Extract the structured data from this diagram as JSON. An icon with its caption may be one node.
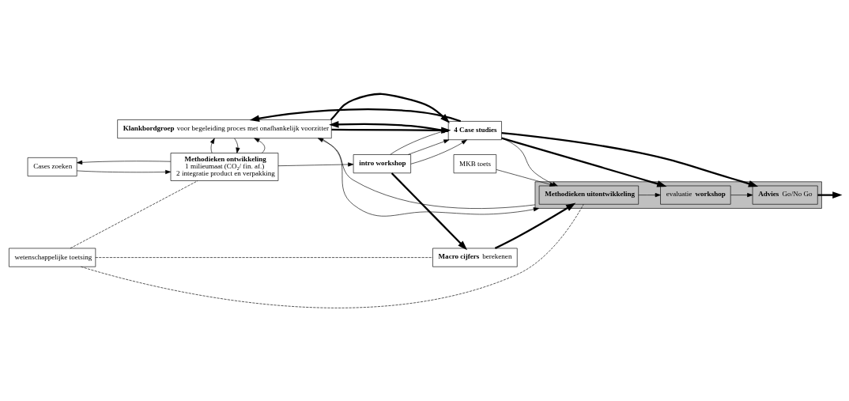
{
  "diagram": {
    "nodes": [
      {
        "text": [
          "Cases zoeken"
        ]
      },
      {
        "text": [
          "**Methodieken ontwikkeling**",
          "1 milieumaat (CO₂/ fin. af.)",
          "2 integratie product en verpakking"
        ]
      },
      {
        "text": [
          "wetenschappelijke toetsing"
        ]
      },
      {
        "text": [
          "**intro workshop**"
        ]
      },
      {
        "text": [
          "**Macro cijfers** berekenen"
        ]
      },
      {
        "text": [
          "**4 Case studies**"
        ]
      },
      {
        "text": [
          "MKB toets"
        ]
      },
      {
        "text": [],
        "shape": "box"
      },
      {
        "text": [
          "**Methodieken uitontwikkeling**"
        ],
        "in": 7
      },
      {
        "text": [
          "evaluatie **workshop**"
        ],
        "in": 7
      },
      {
        "text": [
          "**Advies** Go/No Go"
        ],
        "in": 7
      },
      {
        "text": [
          "**Klankbordgroep** voor begeleiding proces met onafhankelijk voorzitter"
        ]
      }
    ],
    "edges": [
      {
        "from": 0,
        "to": 1,
        "arrow": "to"
      },
      {
        "from": 1,
        "to": 0,
        "arrow": "to"
      },
      {
        "from": 2,
        "to": 1,
        "arrow": "none",
        "style": "dashed"
      },
      {
        "from": 2,
        "to": 4,
        "arrow": "none",
        "style": "dashed"
      },
      {
        "from": 2,
        "to": 8,
        "arrow": "none",
        "style": "dashed"
      },
      {
        "from": 1,
        "to": 3,
        "arrow": "to"
      },
      {
        "from": 3,
        "to": 4,
        "arrow": "to",
        "style": "thick"
      },
      {
        "from": 3,
        "to": 5,
        "arrow": "to"
      },
      {
        "from": 3,
        "to": 5,
        "arrow": "to"
      },
      {
        "from": 3,
        "to": 5,
        "arrow": "to"
      },
      {
        "from": 4,
        "to": 8,
        "arrow": "to",
        "style": "thick"
      },
      {
        "from": 5,
        "to": 8,
        "arrow": "to"
      },
      {
        "from": 5,
        "to": 9,
        "arrow": "to",
        "style": "thick"
      },
      {
        "from": 5,
        "to": 10,
        "arrow": "to",
        "style": "thick"
      },
      {
        "from": 6,
        "to": 8,
        "arrow": "to"
      },
      {
        "from": 8,
        "to": 9,
        "arrow": "to"
      },
      {
        "from": 9,
        "to": 10,
        "arrow": "to"
      },
      {
        "from": 10,
        "to": null,
        "arrow": "to",
        "style": "thick"
      },
      {
        "from": 1,
        "to": 11,
        "arrow": "to"
      },
      {
        "from": 11,
        "to": 1,
        "arrow": "to"
      },
      {
        "from": 1,
        "to": 11,
        "arrow": "to"
      },
      {
        "from": 11,
        "to": 5,
        "arrow": "to",
        "style": "thick"
      },
      {
        "from": 5,
        "to": 11,
        "arrow": "to",
        "style": "thick"
      },
      {
        "from": 5,
        "to": 11,
        "arrow": "to",
        "style": "thick"
      },
      {
        "from": 11,
        "to": 5,
        "arrow": "to",
        "style": "thick"
      },
      {
        "from": 7,
        "to": 11,
        "arrow": "to"
      },
      {
        "from": 11,
        "to": 7,
        "arrow": "to"
      }
    ]
  }
}
